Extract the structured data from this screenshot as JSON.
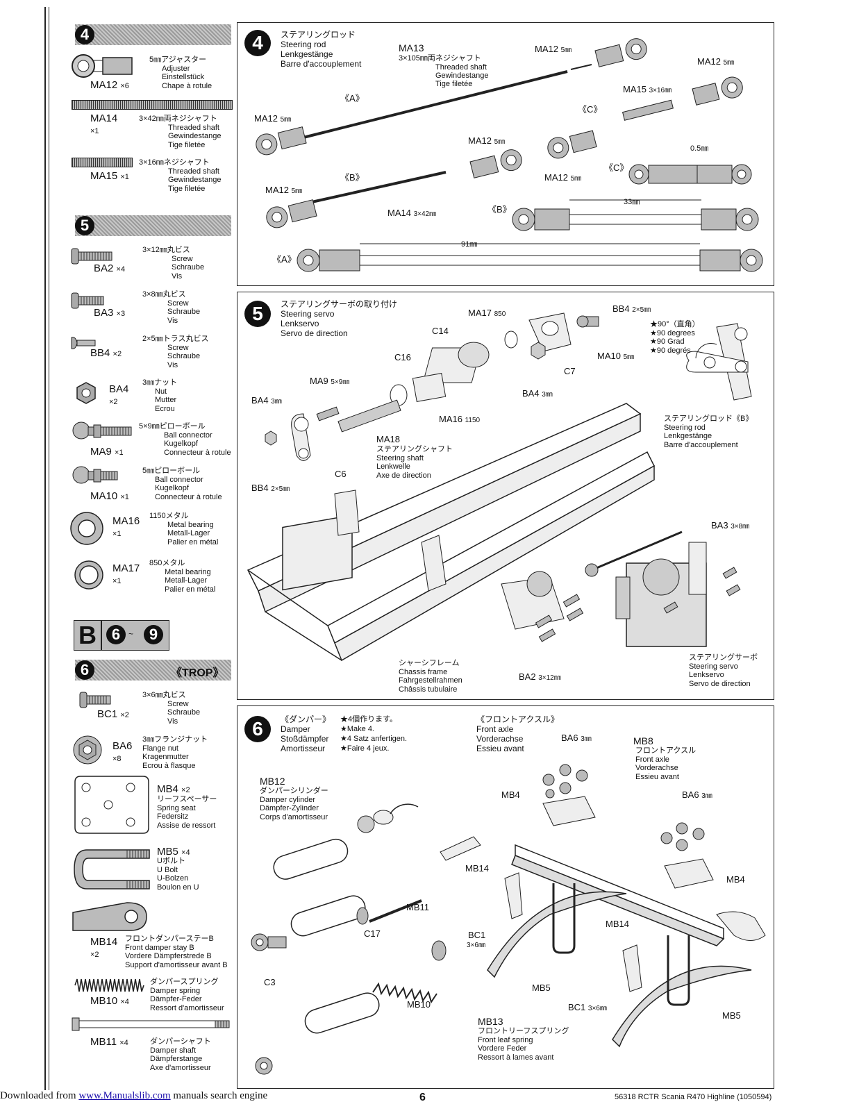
{
  "sidebar": {
    "step4": {
      "number": "4",
      "parts": [
        {
          "code": "MA12",
          "qty": "×6",
          "jp": "5㎜アジャスター",
          "en": "Adjuster",
          "de": "Einstellstück",
          "fr": "Chape à rotule"
        },
        {
          "code": "MA14",
          "qty": "×1",
          "jp": "3×42㎜両ネジシャフト",
          "en": "Threaded shaft",
          "de": "Gewindestange",
          "fr": "Tige filetée"
        },
        {
          "code": "MA15",
          "qty": "×1",
          "jp": "3×16㎜ネジシャフト",
          "en": "Threaded shaft",
          "de": "Gewindestange",
          "fr": "Tige filetée"
        }
      ]
    },
    "step5": {
      "number": "5",
      "parts": [
        {
          "code": "BA2",
          "qty": "×4",
          "jp": "3×12㎜丸ビス",
          "en": "Screw",
          "de": "Schraube",
          "fr": "Vis"
        },
        {
          "code": "BA3",
          "qty": "×3",
          "jp": "3×8㎜丸ビス",
          "en": "Screw",
          "de": "Schraube",
          "fr": "Vis"
        },
        {
          "code": "BB4",
          "qty": "×2",
          "jp": "2×5㎜トラス丸ビス",
          "en": "Screw",
          "de": "Schraube",
          "fr": "Vis"
        },
        {
          "code": "BA4",
          "qty": "×2",
          "jp": "3㎜ナット",
          "en": "Nut",
          "de": "Mutter",
          "fr": "Ecrou"
        },
        {
          "code": "MA9",
          "qty": "×1",
          "jp": "5×9㎜ピローボール",
          "en": "Ball connector",
          "de": "Kugelkopf",
          "fr": "Connecteur à rotule"
        },
        {
          "code": "MA10",
          "qty": "×1",
          "jp": "5㎜ピローボール",
          "en": "Ball connector",
          "de": "Kugelkopf",
          "fr": "Connecteur à rotule"
        },
        {
          "code": "MA16",
          "qty": "×1",
          "jp": "1150メタル",
          "en": "Metal bearing",
          "de": "Metall-Lager",
          "fr": "Palier en métal"
        },
        {
          "code": "MA17",
          "qty": "×1",
          "jp": "850メタル",
          "en": "Metal bearing",
          "de": "Metall-Lager",
          "fr": "Palier en métal"
        }
      ]
    },
    "bag": {
      "letter": "B",
      "from": "6",
      "sep": "~",
      "to": "9"
    },
    "step6": {
      "number": "6",
      "tag": "《TROP》",
      "parts": [
        {
          "code": "BC1",
          "qty": "×2",
          "jp": "3×6㎜丸ビス",
          "en": "Screw",
          "de": "Schraube",
          "fr": "Vis"
        },
        {
          "code": "BA6",
          "qty": "×8",
          "jp": "3㎜フランジナット",
          "en": "Flange nut",
          "de": "Kragenmutter",
          "fr": "Ecrou à flasque"
        },
        {
          "code": "MB4",
          "qty": "×2",
          "jp": "リーフスペーサー",
          "en": "Spring seat",
          "de": "Federsitz",
          "fr": "Assise de ressort"
        },
        {
          "code": "MB5",
          "qty": "×4",
          "jp": "Uボルト",
          "en": "U Bolt",
          "de": "U-Bolzen",
          "fr": "Boulon en U"
        },
        {
          "code": "MB14",
          "qty": "×2",
          "jp": "フロントダンパーステーB",
          "en": "Front damper stay B",
          "de": "Vordere Dämpferstrede B",
          "fr": "Support d'amortisseur avant B"
        },
        {
          "code": "MB10",
          "qty": "×4",
          "jp": "ダンパースプリング",
          "en": "Damper spring",
          "de": "Dämpfer-Feder",
          "fr": "Ressort d'amortisseur"
        },
        {
          "code": "MB11",
          "qty": "×4",
          "jp": "ダンパーシャフト",
          "en": "Damper shaft",
          "de": "Dämpferstange",
          "fr": "Axe d'amortisseur"
        }
      ]
    }
  },
  "panel4": {
    "number": "4",
    "title": [
      "ステアリングロッド",
      "Steering rod",
      "Lenkgestänge",
      "Barre d'accouplement"
    ],
    "labels": {
      "ma13": "MA13",
      "ma13_sub": "3×105㎜両ネジシャフト",
      "ma13_en": "Threaded shaft",
      "ma13_de": "Gewindestange",
      "ma13_fr": "Tige filetée",
      "ma12": "MA12",
      "mm5": "5㎜",
      "ma15": "MA15",
      "ma15_size": "3×16㎜",
      "ma14": "MA14",
      "ma14_size": "3×42㎜",
      "a": "《A》",
      "b": "《B》",
      "c": "《C》",
      "gap": "0.5㎜",
      "len33": "33㎜",
      "len91": "91㎜"
    }
  },
  "panel5": {
    "number": "5",
    "title": [
      "ステアリングサーボの取り付け",
      "Steering servo",
      "Lenkservo",
      "Servo de direction"
    ],
    "labels": {
      "ma17": "MA17",
      "ma17_sub": "850",
      "bb4": "BB4",
      "bb4_size": "2×5㎜",
      "c14": "C14",
      "c16": "C16",
      "c7": "C7",
      "ma10": "MA10",
      "ma10_sub": "5㎜",
      "ba4": "BA4",
      "ba4_sub": "3㎜",
      "ma9": "MA9",
      "ma9_size": "5×9㎜",
      "ma16": "MA16",
      "ma16_sub": "1150",
      "ma18": "MA18",
      "ma18_jp": "ステアリングシャフト",
      "ma18_en": "Steering shaft",
      "ma18_de": "Lenkwelle",
      "ma18_fr": "Axe de direction",
      "c6": "C6",
      "ba3": "BA3",
      "ba3_size": "3×8㎜",
      "ba2": "BA2",
      "ba2_size": "3×12㎜",
      "angle_jp": "★90°（直角）",
      "angle_en": "★90 degrees",
      "angle_de": "★90 Grad",
      "angle_fr": "★90 degrés",
      "rod_jp": "ステアリングロッド《B》",
      "rod_en": "Steering rod",
      "rod_de": "Lenkgestänge",
      "rod_fr": "Barre d'accouplement",
      "frame_jp": "シャーシフレーム",
      "frame_en": "Chassis frame",
      "frame_de": "Fahrgestellrahmen",
      "frame_fr": "Châssis tubulaire",
      "servo_jp": "ステアリングサーボ",
      "servo_en": "Steering servo",
      "servo_de": "Lenkservo",
      "servo_fr": "Servo de direction"
    }
  },
  "panel6": {
    "number": "6",
    "damper": [
      "《ダンパー》",
      "Damper",
      "Stoßdämpfer",
      "Amortisseur"
    ],
    "make": [
      "★4個作ります。",
      "★Make 4.",
      "★4 Satz anfertigen.",
      "★Faire 4 jeux."
    ],
    "axle": [
      "《フロントアクスル》",
      "Front axle",
      "Vorderachse",
      "Essieu avant"
    ],
    "labels": {
      "mb12": "MB12",
      "mb12_jp": "ダンパーシリンダー",
      "mb12_en": "Damper cylinder",
      "mb12_de": "Dämpfer-Zylinder",
      "mb12_fr": "Corps d'amortisseur",
      "mb11": "MB11",
      "c17": "C17",
      "c3": "C3",
      "mb10": "MB10",
      "mb14": "MB14",
      "bc1": "BC1",
      "bc1_size": "3×6㎜",
      "ba6": "BA6",
      "ba6_sub": "3㎜",
      "mb4": "MB4",
      "mb8": "MB8",
      "mb8_jp": "フロントアクスル",
      "mb8_en": "Front axle",
      "mb8_de": "Vorderachse",
      "mb8_fr": "Essieu avant",
      "mb5": "MB5",
      "mb13": "MB13",
      "mb13_jp": "フロントリーフスプリング",
      "mb13_en": "Front leaf spring",
      "mb13_de": "Vordere Feder",
      "mb13_fr": "Ressort à lames avant"
    }
  },
  "footer": {
    "prefix": "Downloaded from ",
    "link": "www.Manualslib.com",
    "suffix": " manuals search engine",
    "page": "6",
    "code": "56318 RCTR Scania R470 Highline (1050594)"
  }
}
